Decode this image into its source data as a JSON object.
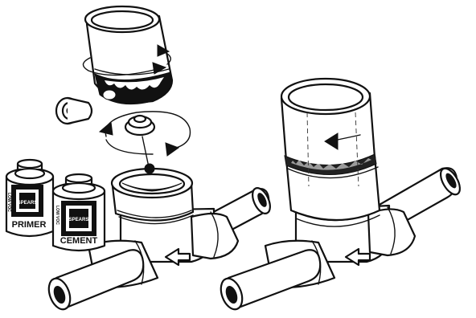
{
  "diagram": {
    "type": "illustration",
    "cans": {
      "primer": {
        "label": "PRIMER",
        "brand_stamp": "SPEARS",
        "side_text": "LOW VOC"
      },
      "cement": {
        "label": "CEMENT",
        "brand_stamp": "SPEARS",
        "side_text": "LOW VOC"
      }
    },
    "colors": {
      "ink": "#111111",
      "paper": "#ffffff",
      "cement_bead": "#222222"
    },
    "icons": [
      "flow-arrow-icon",
      "rotation-arrow-icon",
      "twist-arrow-icon"
    ]
  }
}
